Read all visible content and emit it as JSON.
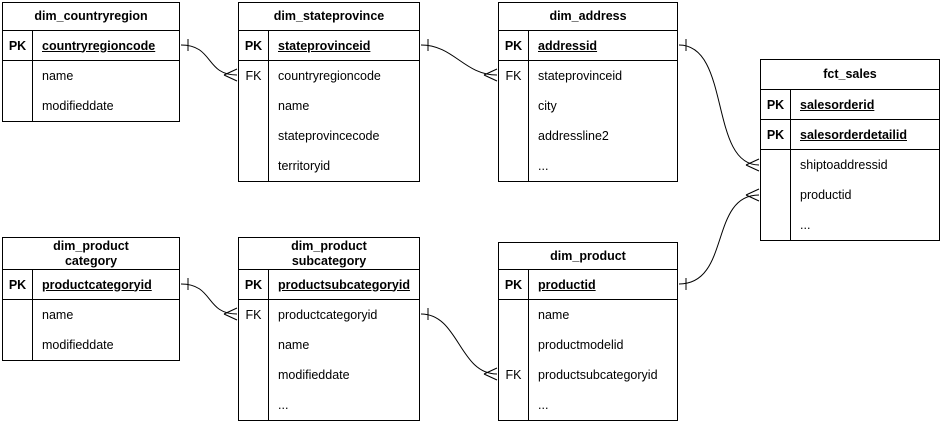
{
  "diagram": {
    "type": "entity-relationship",
    "notation": "crows-foot",
    "background_color": "#ffffff",
    "line_color": "#000000",
    "text_color": "#000000"
  },
  "tables": {
    "dim_countryregion": {
      "title": "dim_countryregion",
      "rows": [
        {
          "key": "PK",
          "field": "countryregioncode"
        },
        {
          "key": "",
          "field": "name"
        },
        {
          "key": "",
          "field": "modifieddate"
        }
      ]
    },
    "dim_stateprovince": {
      "title": "dim_stateprovince",
      "rows": [
        {
          "key": "PK",
          "field": "stateprovinceid"
        },
        {
          "key": "FK",
          "field": "countryregioncode"
        },
        {
          "key": "",
          "field": "name"
        },
        {
          "key": "",
          "field": "stateprovincecode"
        },
        {
          "key": "",
          "field": "territoryid"
        }
      ]
    },
    "dim_address": {
      "title": "dim_address",
      "rows": [
        {
          "key": "PK",
          "field": "addressid"
        },
        {
          "key": "FK",
          "field": "stateprovinceid"
        },
        {
          "key": "",
          "field": "city"
        },
        {
          "key": "",
          "field": "addressline2"
        },
        {
          "key": "",
          "field": "..."
        }
      ]
    },
    "fct_sales": {
      "title": "fct_sales",
      "rows": [
        {
          "key": "PK",
          "field": "salesorderid"
        },
        {
          "key": "PK",
          "field": "salesorderdetailid"
        },
        {
          "key": "",
          "field": "shiptoaddressid"
        },
        {
          "key": "",
          "field": "productid"
        },
        {
          "key": "",
          "field": "..."
        }
      ]
    },
    "dim_productcategory": {
      "title": "dim_product\ncategory",
      "rows": [
        {
          "key": "PK",
          "field": "productcategoryid"
        },
        {
          "key": "",
          "field": "name"
        },
        {
          "key": "",
          "field": "modifieddate"
        }
      ]
    },
    "dim_productsubcategory": {
      "title": "dim_product\nsubcategory",
      "rows": [
        {
          "key": "PK",
          "field": "productsubcategoryid"
        },
        {
          "key": "FK",
          "field": "productcategoryid"
        },
        {
          "key": "",
          "field": "name"
        },
        {
          "key": "",
          "field": "modifieddate"
        },
        {
          "key": "",
          "field": "..."
        }
      ]
    },
    "dim_product": {
      "title": "dim_product",
      "rows": [
        {
          "key": "PK",
          "field": "productid"
        },
        {
          "key": "",
          "field": "name"
        },
        {
          "key": "",
          "field": "productmodelid"
        },
        {
          "key": "FK",
          "field": "productsubcategoryid"
        },
        {
          "key": "",
          "field": "..."
        }
      ]
    }
  },
  "relationships": [
    {
      "from": "dim_countryregion.countryregioncode",
      "to": "dim_stateprovince.countryregioncode",
      "cardinality": "one-to-many"
    },
    {
      "from": "dim_stateprovince.stateprovinceid",
      "to": "dim_address.stateprovinceid",
      "cardinality": "one-to-many"
    },
    {
      "from": "dim_address.addressid",
      "to": "fct_sales.shiptoaddressid",
      "cardinality": "one-to-many"
    },
    {
      "from": "dim_product.productid",
      "to": "fct_sales.productid",
      "cardinality": "one-to-many"
    },
    {
      "from": "dim_productcategory.productcategoryid",
      "to": "dim_productsubcategory.productcategoryid",
      "cardinality": "one-to-many"
    },
    {
      "from": "dim_productsubcategory.productsubcategoryid",
      "to": "dim_product.productsubcategoryid",
      "cardinality": "one-to-many"
    }
  ]
}
